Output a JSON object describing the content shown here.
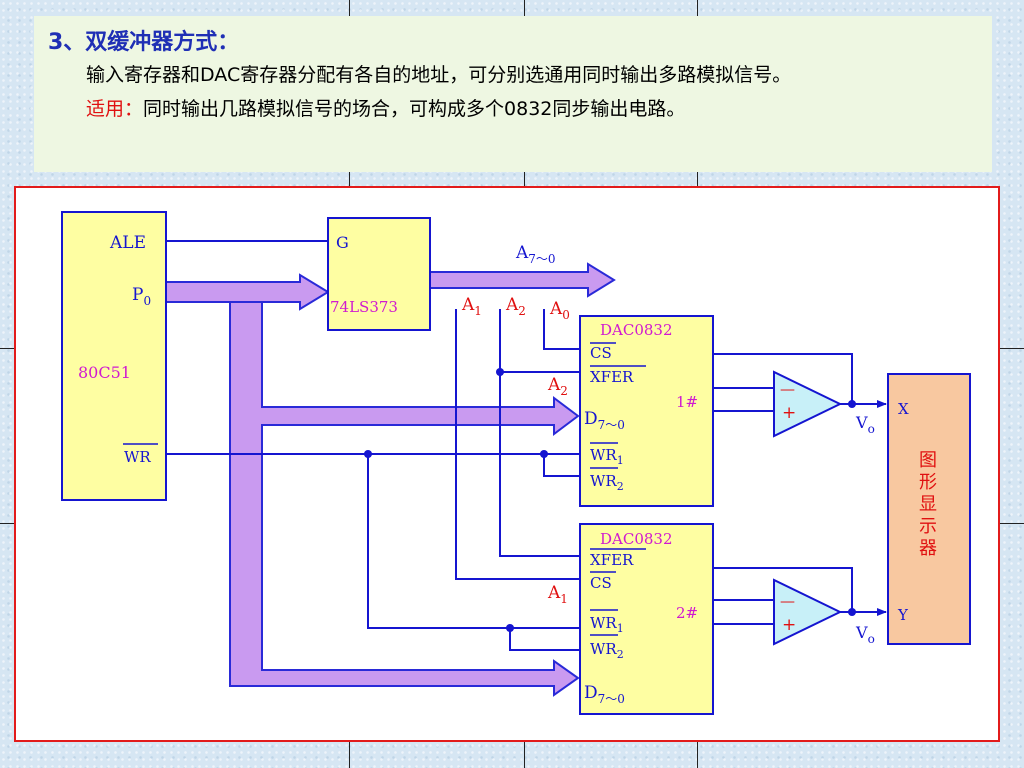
{
  "slide": {
    "heading": "3、双缓冲器方式：",
    "line1": "输入寄存器和DAC寄存器分配有各自的地址，可分别选通用同时输出多路模拟信号。",
    "apply_label": "适用：",
    "apply_text": "同时输出几路模拟信号的场合，可构成多个0832同步输出电路。"
  },
  "circuit": {
    "mcu": {
      "name": "80C51",
      "ale": "ALE",
      "p0": "P",
      "p0_sub": "0",
      "wr": "WR"
    },
    "latch": {
      "g": "G",
      "name": "74LS373"
    },
    "bus": {
      "a": "A",
      "a_sub": "7～0"
    },
    "addr": {
      "a1": "A",
      "a1_sub": "1",
      "a2": "A",
      "a2_sub": "2",
      "a0": "A",
      "a0_sub": "0"
    },
    "dac1": {
      "name": "DAC0832",
      "cs": "CS",
      "xfer": "XFER",
      "num": "1#",
      "d": "D",
      "d_sub": "7～0",
      "wr1": "WR",
      "wr1_sub": "1",
      "wr2": "WR",
      "wr2_sub": "2",
      "a_label": "A",
      "a_label_sub": "2"
    },
    "dac2": {
      "name": "DAC0832",
      "xfer": "XFER",
      "cs": "CS",
      "num": "2#",
      "d": "D",
      "d_sub": "7～0",
      "wr1": "WR",
      "wr1_sub": "1",
      "wr2": "WR",
      "wr2_sub": "2",
      "a_label": "A",
      "a_label_sub": "1"
    },
    "opamp": {
      "minus": "—",
      "plus": "+"
    },
    "vo": "V",
    "vo_sub": "o",
    "display": {
      "x": "X",
      "y": "Y",
      "c1": "图",
      "c2": "形",
      "c3": "显",
      "c4": "示",
      "c5": "器"
    }
  },
  "colors": {
    "wire": "#1515d0",
    "bus_fill": "#c99af0",
    "bus_edge": "#2a2ad8",
    "chip_fill": "#fefea2",
    "display_fill": "#f8c8a0",
    "label_magenta": "#d01ad0",
    "label_red": "#e01010",
    "frame": "#e21b1b"
  }
}
